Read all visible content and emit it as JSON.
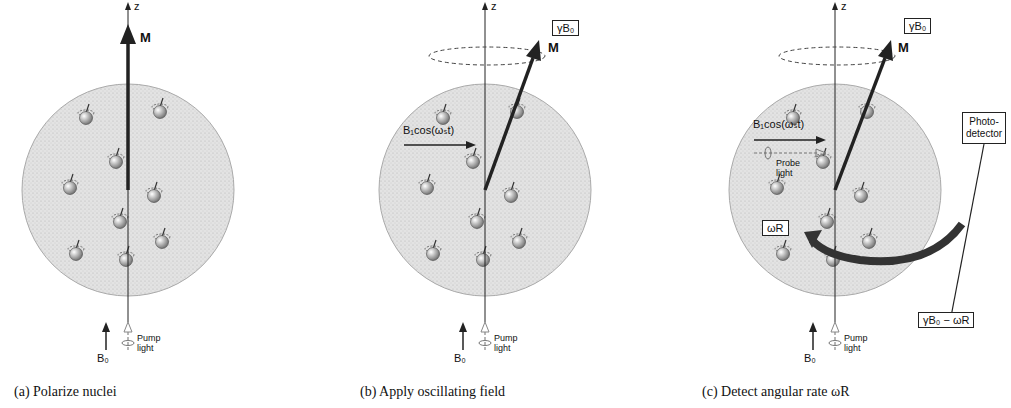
{
  "diagram": {
    "nodes": [
      {
        "text": [
          "γB₀"
        ]
      },
      {
        "text": [
          "γB₀"
        ]
      },
      {
        "text": [
          "ωR"
        ]
      },
      {
        "text": [
          "Photo-detector"
        ]
      },
      {
        "text": [
          "γB₀ − ωR"
        ]
      }
    ],
    "edges": [
      {
        "from": 3,
        "to": 4,
        "arrow": "none"
      }
    ],
    "labels": [
      "z",
      "M",
      "B₀",
      "Pump light",
      "(a) Polarize nuclei",
      "z",
      "M",
      "B₁cos(ωₛt)",
      "B₀",
      "Pump light",
      "(b) Apply oscillating field",
      "z",
      "M",
      "B₁cos(ωₛt)",
      "Probe light",
      "B₀",
      "Pump light",
      "(c) Detect angular rate ωR"
    ]
  }
}
